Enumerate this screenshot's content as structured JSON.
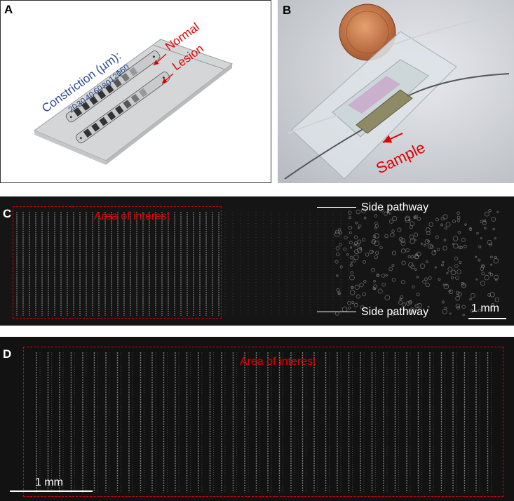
{
  "panels": {
    "a": {
      "letter": "A",
      "constriction_label": "Constriction (µm):",
      "sizes": [
        "20",
        "30",
        "40",
        "60",
        "80",
        "120",
        "160"
      ],
      "normal_label": "Normal",
      "lesion_label": "Lesion"
    },
    "b": {
      "letter": "B",
      "sample_label": "Sample"
    },
    "c": {
      "letter": "C",
      "area_label": "Area of interest",
      "side_pathway_top": "Side pathway",
      "side_pathway_bottom": "Side pathway",
      "scale_label": "1 mm"
    },
    "d": {
      "letter": "D",
      "area_label": "Area of interest",
      "scale_label": "1 mm"
    }
  },
  "colors": {
    "annotation_red": "#e00000",
    "channel_blue": "#2c4a8c"
  }
}
